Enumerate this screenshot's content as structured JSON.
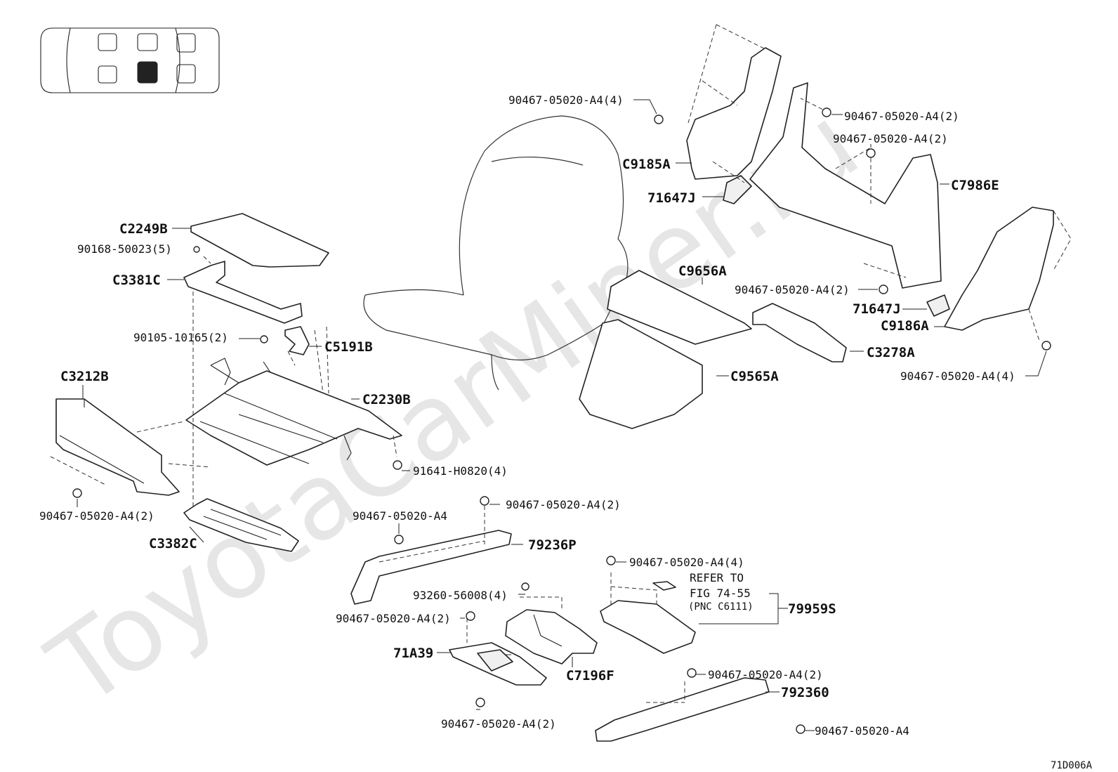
{
  "diagram_code": "71D006A",
  "watermark": "ToyotaCarMiner.ru",
  "callouts": [
    {
      "id": "c2249b",
      "text": "C2249B"
    },
    {
      "id": "p90168",
      "text": "90168-50023(5)"
    },
    {
      "id": "c3381c",
      "text": "C3381C"
    },
    {
      "id": "p90105",
      "text": "90105-10165(2)"
    },
    {
      "id": "c5191b",
      "text": "C5191B"
    },
    {
      "id": "c3212b",
      "text": "C3212B"
    },
    {
      "id": "c2230b",
      "text": "C2230B"
    },
    {
      "id": "p91641",
      "text": "91641-H0820(4)"
    },
    {
      "id": "p90467_left",
      "text": "90467-05020-A4(2)"
    },
    {
      "id": "p90467_mid1",
      "text": "90467-05020-A4(2)"
    },
    {
      "id": "p90467_mid2",
      "text": "90467-05020-A4"
    },
    {
      "id": "c3382c",
      "text": "C3382C"
    },
    {
      "id": "r79236p",
      "text": "79236P"
    },
    {
      "id": "p90467_b1",
      "text": "90467-05020-A4(4)"
    },
    {
      "id": "refer1",
      "text": "REFER TO"
    },
    {
      "id": "refer2",
      "text": "FIG 74-55"
    },
    {
      "id": "refer3",
      "text": "(PNC C6111)"
    },
    {
      "id": "r79959s",
      "text": "79959S"
    },
    {
      "id": "p93260",
      "text": "93260-56008(4)"
    },
    {
      "id": "p90467_b2",
      "text": "90467-05020-A4(2)"
    },
    {
      "id": "r71a39",
      "text": "71A39"
    },
    {
      "id": "c7196f",
      "text": "C7196F"
    },
    {
      "id": "p90467_b3",
      "text": "90467-05020-A4(2)"
    },
    {
      "id": "r792360",
      "text": "792360"
    },
    {
      "id": "p90467_b4",
      "text": "90467-05020-A4(2)"
    },
    {
      "id": "p90467_b5",
      "text": "90467-05020-A4"
    },
    {
      "id": "p90467_t1",
      "text": "90467-05020-A4(4)"
    },
    {
      "id": "p90467_t2",
      "text": "90467-05020-A4(2)"
    },
    {
      "id": "p90467_t3",
      "text": "90467-05020-A4(2)"
    },
    {
      "id": "c9185a",
      "text": "C9185A"
    },
    {
      "id": "r71647j_1",
      "text": "71647J"
    },
    {
      "id": "c7986e",
      "text": "C7986E"
    },
    {
      "id": "c9656a",
      "text": "C9656A"
    },
    {
      "id": "p90467_r1",
      "text": "90467-05020-A4(2)"
    },
    {
      "id": "r71647j_2",
      "text": "71647J"
    },
    {
      "id": "c9186a",
      "text": "C9186A"
    },
    {
      "id": "c3278a",
      "text": "C3278A"
    },
    {
      "id": "c9565a",
      "text": "C9565A"
    },
    {
      "id": "p90467_r2",
      "text": "90467-05020-A4(4)"
    }
  ]
}
